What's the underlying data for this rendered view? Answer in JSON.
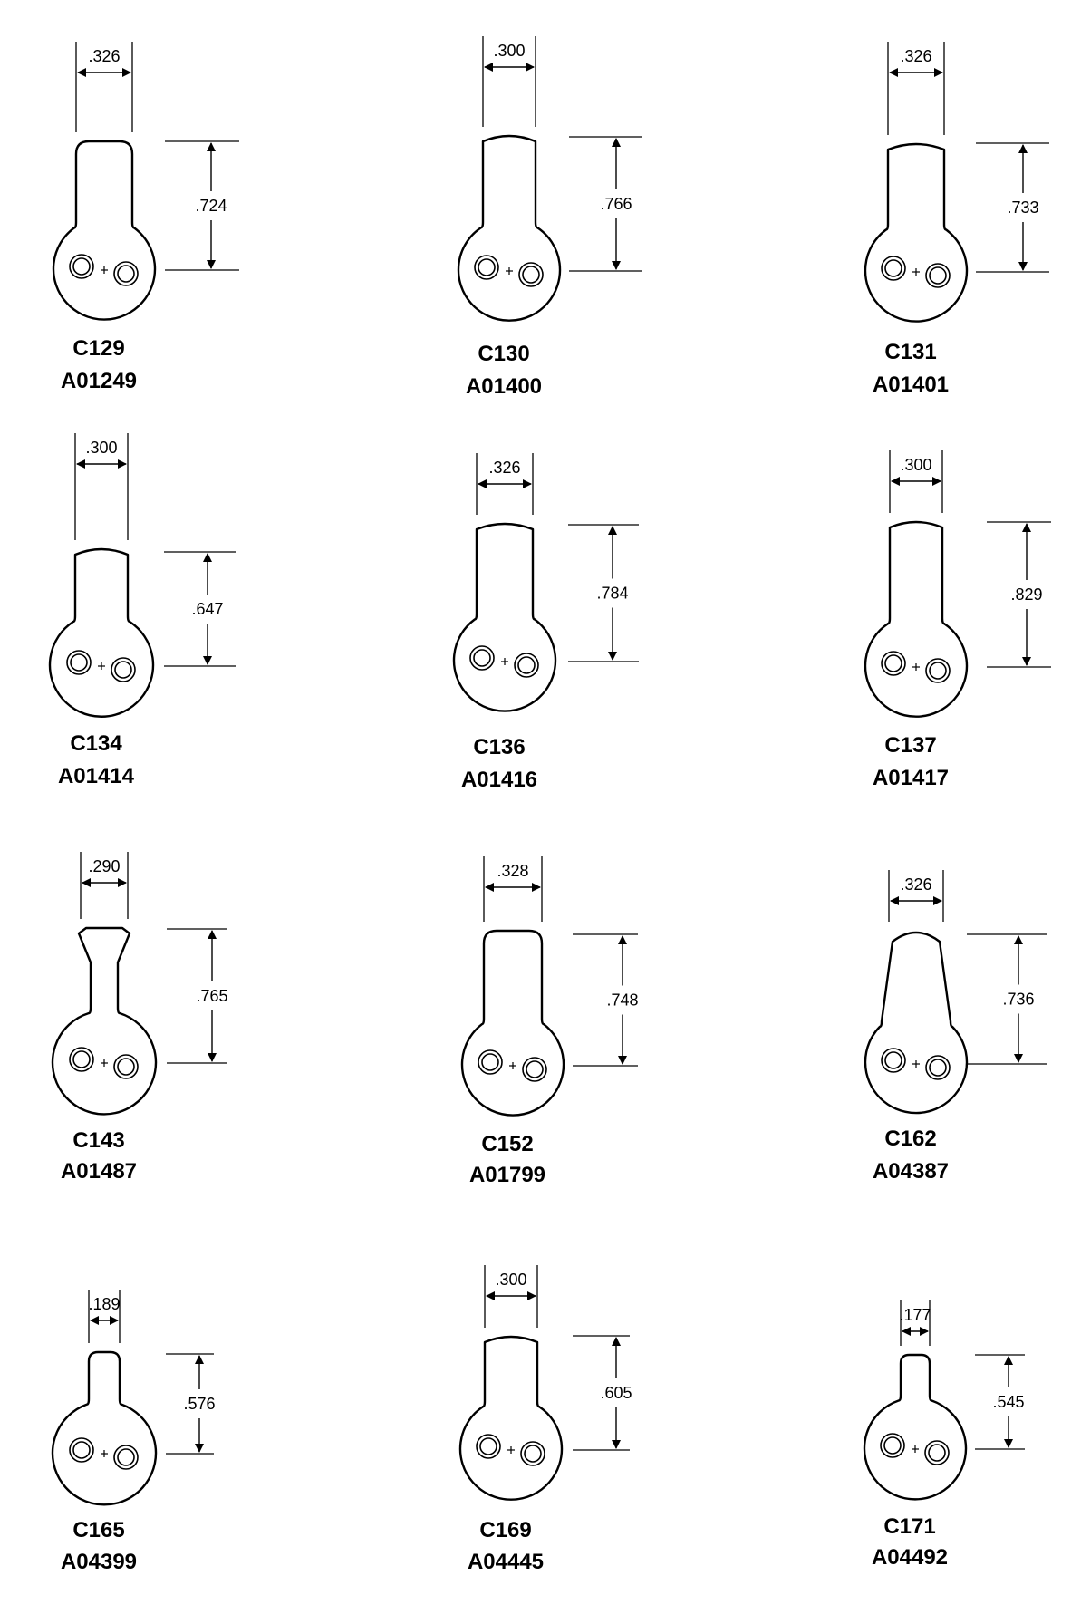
{
  "cams": [
    {
      "id": "cam-c129",
      "model": "C129",
      "part_number": "A01249",
      "width": ".326",
      "length": ".724",
      "tip": "round"
    },
    {
      "id": "cam-c130",
      "model": "C130",
      "part_number": "A01400",
      "width": ".300",
      "length": ".766",
      "tip": "arc"
    },
    {
      "id": "cam-c131",
      "model": "C131",
      "part_number": "A01401",
      "width": ".326",
      "length": ".733",
      "tip": "arc"
    },
    {
      "id": "cam-c134",
      "model": "C134",
      "part_number": "A01414",
      "width": ".300",
      "length": ".647",
      "tip": "arc"
    },
    {
      "id": "cam-c136",
      "model": "C136",
      "part_number": "A01416",
      "width": ".326",
      "length": ".784",
      "tip": "arc"
    },
    {
      "id": "cam-c137",
      "model": "C137",
      "part_number": "A01417",
      "width": ".300",
      "length": ".829",
      "tip": "arc"
    },
    {
      "id": "cam-c143",
      "model": "C143",
      "part_number": "A01487",
      "width": ".290",
      "length": ".765",
      "tip": "flared"
    },
    {
      "id": "cam-c152",
      "model": "C152",
      "part_number": "A01799",
      "width": ".328",
      "length": ".748",
      "tip": "round"
    },
    {
      "id": "cam-c162",
      "model": "C162",
      "part_number": "A04387",
      "width": ".326",
      "length": ".736",
      "tip": "tapered"
    },
    {
      "id": "cam-c165",
      "model": "C165",
      "part_number": "A04399",
      "width": ".189",
      "length": ".576",
      "tip": "round"
    },
    {
      "id": "cam-c169",
      "model": "C169",
      "part_number": "A04445",
      "width": ".300",
      "length": ".605",
      "tip": "arc"
    },
    {
      "id": "cam-c171",
      "model": "C171",
      "part_number": "A04492",
      "width": ".177",
      "length": ".545",
      "tip": "round"
    }
  ]
}
